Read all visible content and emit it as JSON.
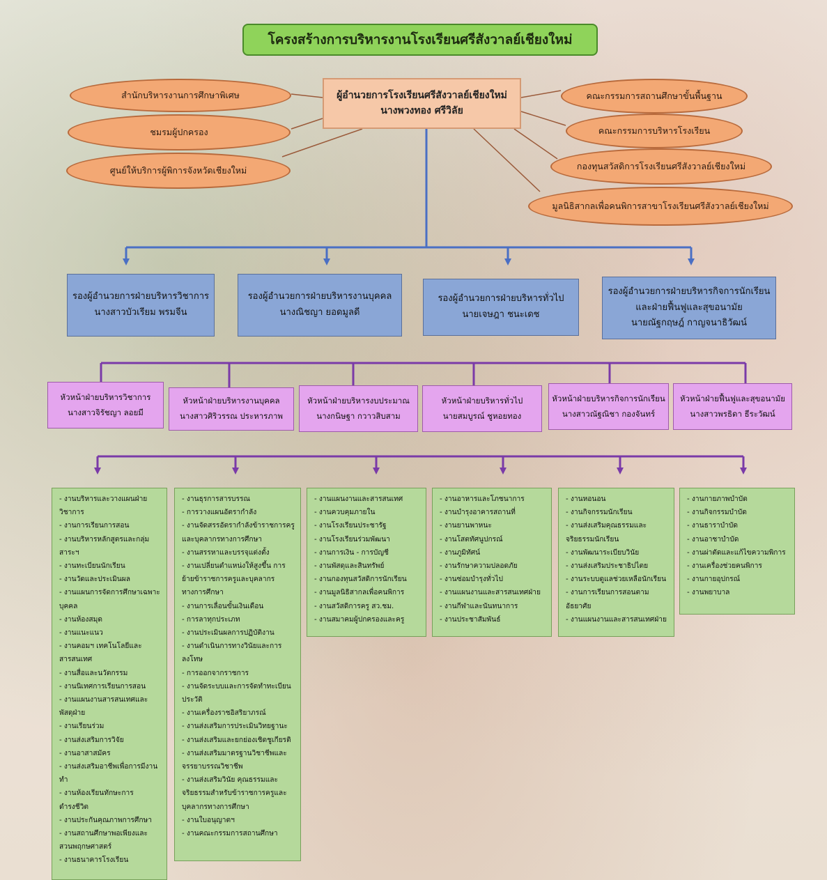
{
  "title": "โครงสร้างการบริหารงานโรงเรียนศรีสังวาลย์เชียงใหม่",
  "director": {
    "position": "ผู้อำนวยการโรงเรียนศรีสังวาลย์เชียงใหม่",
    "name": "นางพวงทอง   ศรีวิลัย"
  },
  "left_units": [
    "สำนักบริหารงานการศึกษาพิเศษ",
    "ชมรมผู้ปกครอง",
    "ศูนย์ให้บริการผู้พิการจังหวัดเชียงใหม่"
  ],
  "right_units": [
    "คณะกรรมการสถานศึกษาขั้นพื้นฐาน",
    "คณะกรรมการบริหารโรงเรียน",
    "กองทุนสวัสดิการโรงเรียนศรีสังวาลย์เชียงใหม่",
    "มูลนิธิสากลเพื่อคนพิการสาขาโรงเรียนศรีสังวาลย์เชียงใหม่"
  ],
  "deputies": [
    {
      "lines": [
        "รองผู้อำนวยการฝ่ายบริหารวิชาการ",
        "นางสาวบัวเรียม   พรมจีน"
      ]
    },
    {
      "lines": [
        "รองผู้อำนวยการฝ่ายบริหารงานบุคคล",
        "นางณิชญา   ยอดมูลดี"
      ]
    },
    {
      "lines": [
        "รองผู้อำนวยการฝ่ายบริหารทั่วไป",
        "นายเจษฎา   ชนะเดช"
      ]
    },
    {
      "lines": [
        "รองผู้อำนวยการฝ่ายบริหารกิจการนักเรียน",
        "และฝ่ายฟื้นฟูและสุขอนามัย",
        "นายณัฐกฤษฎ์   กาญจนาธิวัฒน์"
      ]
    }
  ],
  "heads": [
    {
      "lines": [
        "หัวหน้าฝ่ายบริหารวิชาการ",
        "นางสาวจิรัชญา   ลอยมี"
      ]
    },
    {
      "lines": [
        "หัวหน้าฝ่ายบริหารงานบุคคล",
        "นางสาวศิริวรรณ   ประหารภาพ"
      ]
    },
    {
      "lines": [
        "หัวหน้าฝ่ายบริหารงบประมาณ",
        "นางกนิษฐา   กวาวสิบสาม"
      ]
    },
    {
      "lines": [
        "หัวหน้าฝ่ายบริหารทั่วไป",
        "นายสมบูรณ์   ชูหอยทอง"
      ]
    },
    {
      "lines": [
        "หัวหน้าฝ่ายบริหารกิจการนักเรียน",
        "นางสาวณัฐณิชา   กองจันทร์"
      ]
    },
    {
      "lines": [
        "หัวหน้าฝ่ายฟื้นฟูและสุขอนามัย",
        "นางสาวพรธิดา   ธีระวัฒน์"
      ]
    }
  ],
  "work_groups": [
    {
      "lines": [
        "- งานบริหารและวางแผนฝ่าย",
        "วิชาการ",
        "- งานการเรียนการสอน",
        "- งานบริหารหลักสูตรและกลุ่ม",
        "สาระฯ",
        "- งานทะเบียนนักเรียน",
        "- งานวัดและประเมินผล",
        "- งานแผนการจัดการศึกษาเฉพาะ",
        "บุคคล",
        "- งานห้องสมุด",
        "- งานแนะแนว",
        "- งานคอมฯ เทคโนโลยีและ",
        "สารสนเทศ",
        "- งานสื่อและนวัตกรรม",
        "- งานนิเทศการเรียนการสอน",
        "- งานแผนงานสารสนเทศและ",
        "พัสดุฝ่าย",
        "- งานเรียนร่วม",
        "- งานส่งเสริมการวิจัย",
        "- งานอาสาสมัคร",
        "- งานส่งเสริมอาชีพเพื่อการมีงาน",
        "ทำ",
        "- งานห้องเรียนทักษะการ",
        "ดำรงชีวิต",
        "- งานประกันคุณภาพการศึกษา",
        "- งานสถานศึกษาพอเพียงและ",
        "สวนพฤกษศาสตร์",
        "- งานธนาคารโรงเรียน"
      ]
    },
    {
      "lines": [
        "- งานธุรการสารบรรณ",
        "- การวางแผนอัตรากำลัง",
        "- งานจัดสรรอัตรากำลังข้าราชการครู",
        "และบุคลากรทางการศึกษา",
        "- งานสรรหาและบรรจุแต่งตั้ง",
        "- งานเปลี่ยนตำแหน่งให้สูงขึ้น การ",
        "ย้ายข้าราชการครูและบุคลากร",
        "ทางการศึกษา",
        "- งานการเลื่อนขั้นเงินเดือน",
        "- การลาทุกประเภท",
        "- งานประเมินผลการปฏิบัติงาน",
        "- งานดำเนินการทางวินัยและการ",
        "ลงโทษ",
        "- การออกจากราชการ",
        "- งานจัดระบบและการจัดทำทะเบียน",
        "ประวัติ",
        "- งานเครื่องราชอิสริยาภรณ์",
        "- งานส่งเสริมการประเมินวิทยฐานะ",
        "- งานส่งเสริมและยกย่องเชิดชูเกียรติ",
        "- งานส่งเสริมมาตรฐานวิชาชีพและ",
        "จรรยาบรรณวิชาชีพ",
        "- งานส่งเสริมวินัย คุณธรรมและ",
        "จริยธรรมสำหรับข้าราชการครูและ",
        "บุคลากรทางการศึกษา",
        "- งานใบอนุญาตฯ",
        "- งานคณะกรรมการสถานศึกษา"
      ]
    },
    {
      "lines": [
        "- งานแผนงานและสารสนเทศ",
        "- งานควบคุมภายใน",
        "- งานโรงเรียนประชารัฐ",
        "- งานโรงเรียนร่วมพัฒนา",
        "- งานการเงิน - การบัญชี",
        "- งานพัสดุและสินทรัพย์",
        "- งานกองทุนสวัสดิการนักเรียน",
        "- งานมูลนิธิสากลเพื่อคนพิการ",
        "- งานสวัสดิการครู สว.ชม.",
        "- งานสมาคมผู้ปกครองและครู"
      ]
    },
    {
      "lines": [
        "- งานอาหารและโภชนาการ",
        "- งานบำรุงอาคารสถานที่",
        "- งานยานพาหนะ",
        "- งานโสตทัศนูปกรณ์",
        "- งานภูมิทัศน์",
        "- งานรักษาความปลอดภัย",
        "- งานซ่อมบำรุงทั่วไป",
        "- งานแผนงานและสารสนเทศฝ่าย",
        "- งานกีฬาและนันทนาการ",
        "- งานประชาสัมพันธ์"
      ]
    },
    {
      "lines": [
        "- งานหอนอน",
        "- งานกิจกรรมนักเรียน",
        "- งานส่งเสริมคุณธรรมและ",
        "จริยธรรมนักเรียน",
        "- งานพัฒนาระเบียบวินัย",
        "- งานส่งเสริมประชาธิปไตย",
        "- งานระบบดูแลช่วยเหลือนักเรียน",
        "- งานการเรียนการสอนตาม",
        "อัธยาศัย",
        "- งานแผนงานและสารสนเทศฝ่าย"
      ]
    },
    {
      "lines": [
        "- งานกายภาพบำบัด",
        "- งานกิจกรรมบำบัด",
        "- งานธาราบำบัด",
        "- งานอาชาบำบัด",
        "- งานผ่าตัดและแก้ไขความพิการ",
        "- งานเครื่องช่วยคนพิการ",
        "- งานกายอุปกรณ์",
        "- งานพยาบาล"
      ]
    }
  ],
  "colors": {
    "title_fill": "#8fd35a",
    "director_fill": "#f6c8a8",
    "unit_fill": "#f3a874",
    "deputy_fill": "#8aa6d6",
    "head_fill": "#e4a5ee",
    "work_fill": "#b5d99b",
    "main_connector": "#4a6fc4",
    "head_connector": "#7a3aa8",
    "unit_connector": "#9a5a3a"
  }
}
